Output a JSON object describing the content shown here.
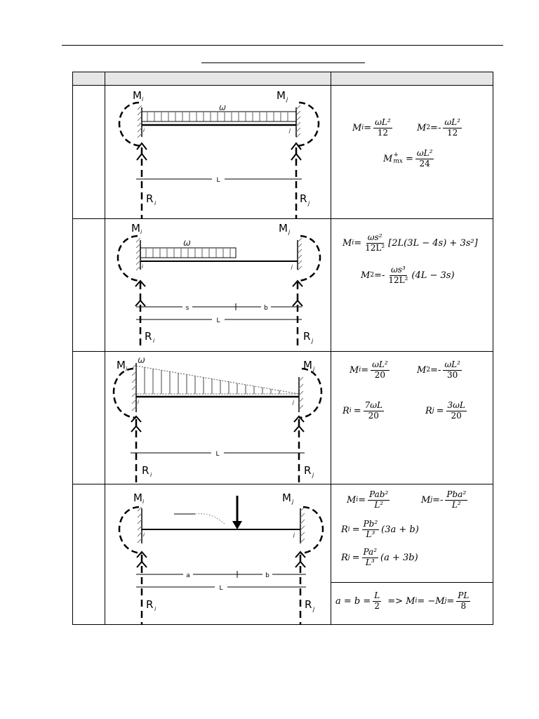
{
  "header": {
    "left": "",
    "middle": "",
    "right": ""
  },
  "cases": [
    {
      "figure": {
        "Mi": "M",
        "Mi_sub": "i",
        "Mj": "M",
        "Mj_sub": "j",
        "Ri": "R",
        "Ri_sub": "i",
        "Rj": "R",
        "Rj_sub": "j",
        "w": "ω",
        "L": "L",
        "end_i": "i",
        "end_j": "j"
      },
      "formulas": {
        "l1": "M",
        "l1s": "i",
        "e1": "=",
        "f1n": "ωL²",
        "f1d": "12",
        "l2": "M",
        "l2s": "2",
        "e2": "=-",
        "f2n": "ωL²",
        "f2d": "12",
        "l3": "M",
        "l3s": "mx",
        "l3p": "+",
        "e3": "=",
        "f3n": "ωL²",
        "f3d": "24"
      }
    },
    {
      "figure": {
        "Mi": "M",
        "Mi_sub": "i",
        "Mj": "M",
        "Mj_sub": "j",
        "Ri": "R",
        "Ri_sub": "i",
        "Rj": "R",
        "Rj_sub": "j",
        "w": "ω",
        "L": "L",
        "s": "s",
        "b": "b",
        "end_i": "i",
        "end_j": "j"
      },
      "formulas": {
        "l1": "M",
        "l1s": "i",
        "e1": "=",
        "f1n": "ωs²",
        "f1d": "12L²",
        "t1": "[2L(3L − 4s) + 3s²]",
        "l2": "M",
        "l2s": "2",
        "e2": "=-",
        "f2n": "ωs³",
        "f2d": "12L²",
        "t2": "(4L − 3s)"
      }
    },
    {
      "figure": {
        "Mi": "M",
        "Mi_sub": "i",
        "Mj": "M",
        "Mj_sub": "j",
        "Ri": "R",
        "Ri_sub": "i",
        "Rj": "R",
        "Rj_sub": "j",
        "w": "ω",
        "L": "L",
        "end_i": "i",
        "end_j": "j"
      },
      "formulas": {
        "l1": "M",
        "l1s": "i",
        "e1": "=",
        "f1n": "ωL²",
        "f1d": "20",
        "l2": "M",
        "l2s": "2",
        "e2": "=-",
        "f2n": "ωL²",
        "f2d": "30",
        "l3": "R",
        "l3s": "i",
        "e3": "=",
        "f3n": "7ωL",
        "f3d": "20",
        "l4": "R",
        "l4s": "j",
        "e4": "=",
        "f4n": "3ωL",
        "f4d": "20"
      }
    },
    {
      "figure": {
        "Mi": "M",
        "Mi_sub": "i",
        "Mj": "M",
        "Mj_sub": "j",
        "Ri": "R",
        "Ri_sub": "i",
        "Rj": "R",
        "Rj_sub": "j",
        "L": "L",
        "a": "a",
        "b": "b",
        "end_i": "i",
        "end_j": "j"
      },
      "formulas": {
        "l1": "M",
        "l1s": "i",
        "e1": "=",
        "f1n": "Pab²",
        "f1d": "L²",
        "l2": "M",
        "l2s": "j",
        "e2": "=-",
        "f2n": "Pba²",
        "f2d": "L²",
        "l3": "R",
        "l3s": "i",
        "e3": "=",
        "f3n": "Pb²",
        "f3d": "L³",
        "t3": "(3a + b)",
        "l4": "R",
        "l4s": "j",
        "e4": "=",
        "f4n": "Pa²",
        "f4d": "L³",
        "t4": "(a + 3b)"
      },
      "special": {
        "p1": "a = b =",
        "fn": "L",
        "fd": "2",
        "p2": "=> M",
        "p2s": "i",
        "p3": "= −M",
        "p3s": "j",
        "p4": "=",
        "gn": "PL",
        "gd": "8"
      }
    }
  ]
}
